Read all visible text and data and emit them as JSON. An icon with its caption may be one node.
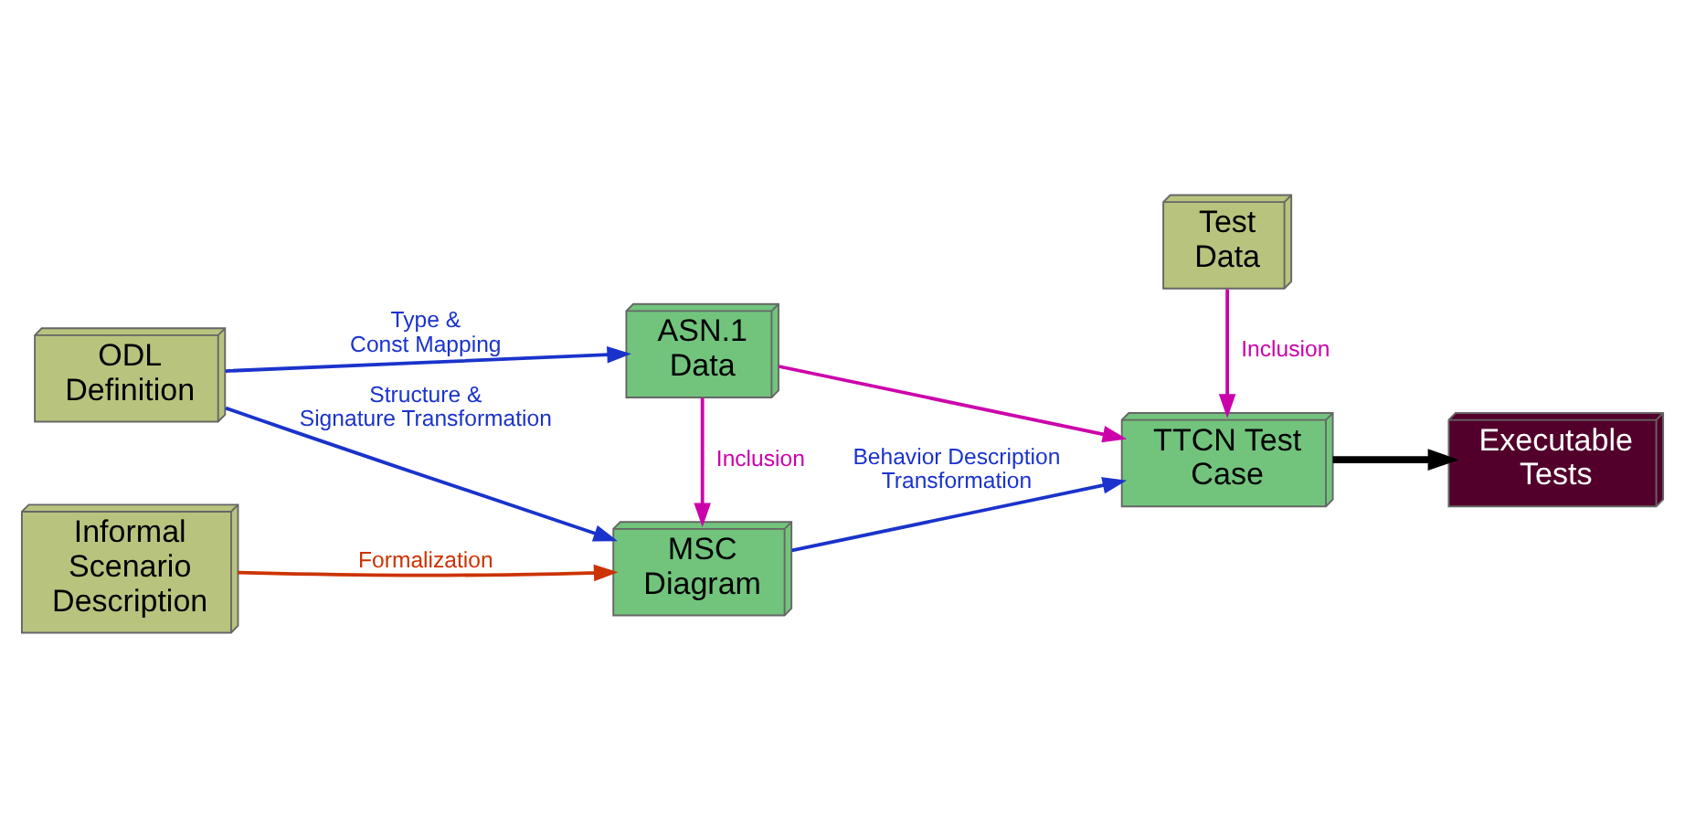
{
  "diagram": {
    "nodes": [
      {
        "text": [
          "ODL Definition"
        ]
      },
      {
        "text": [
          "ASN.1 Data"
        ]
      },
      {
        "text": [
          "MSC Diagram"
        ]
      },
      {
        "text": [
          "TTCN Test Case"
        ]
      },
      {
        "text": [
          "Executable Tests"
        ]
      },
      {
        "text": [
          "Informal Scenario Description"
        ]
      },
      {
        "text": [
          "Test Data"
        ]
      }
    ],
    "edges": [
      {
        "from": 0,
        "to": 1,
        "arrow": "to",
        "label": "Type & Const Mapping"
      },
      {
        "from": 0,
        "to": 2,
        "arrow": "to",
        "label": "Structure & Signature Transformation"
      },
      {
        "from": 1,
        "to": 2,
        "arrow": "to",
        "label": "Inclusion",
        "color": "#cc00aa"
      },
      {
        "from": 1,
        "to": 3,
        "arrow": "to",
        "color": "#cc00aa"
      },
      {
        "from": 5,
        "to": 2,
        "arrow": "to",
        "label": "Formalization",
        "color": "#cc3300"
      },
      {
        "from": 2,
        "to": 3,
        "arrow": "to",
        "label": "Behavior Description Transformation"
      },
      {
        "from": 6,
        "to": 3,
        "arrow": "to",
        "label": "Inclusion",
        "color": "#cc00aa"
      },
      {
        "from": 3,
        "to": 4,
        "arrow": "to",
        "style": "thick",
        "color": "#000000"
      }
    ]
  }
}
